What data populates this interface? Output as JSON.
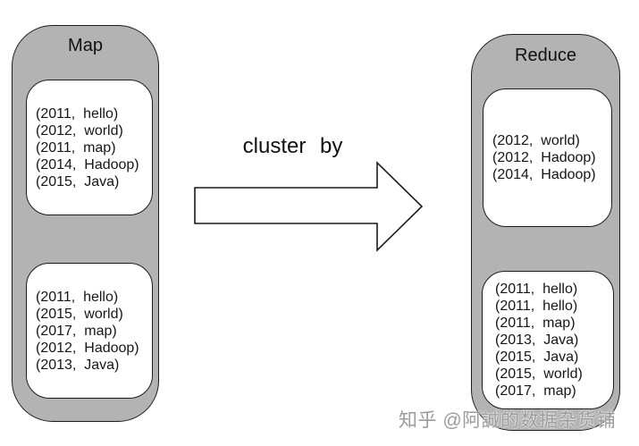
{
  "map_column": {
    "title": "Map",
    "group1": {
      "line1": "(2011,  hello)",
      "line2": "(2012,  world)",
      "line3": "(2011,  map)",
      "line4": "(2014,  Hadoop)",
      "line5": "(2015,  Java)"
    },
    "group2": {
      "line1": "(2011,  hello)",
      "line2": "(2015,  world)",
      "line3": "(2017,  map)",
      "line4": "(2012,  Hadoop)",
      "line5": "(2013,  Java)"
    }
  },
  "arrow": {
    "label": "cluster by",
    "direction": "right"
  },
  "reduce_column": {
    "title": "Reduce",
    "group1": {
      "line1": "(2012,  world)",
      "line2": "(2012,  Hadoop)",
      "line3": "(2014,  Hadoop)"
    },
    "group2": {
      "line1": "(2011,  hello)",
      "line2": "(2011,  hello)",
      "line3": "(2011,  map)",
      "line4": "(2013,  Java)",
      "line5": "(2015,  Java)",
      "line6": "(2015,  world)",
      "line7": "(2017,  map)"
    }
  },
  "watermark": {
    "text": "知乎 @阿誠的数据杂货铺"
  },
  "colors": {
    "container_fill": "#b3b3b3",
    "box_fill": "#ffffff",
    "outline": "#1c1c1c",
    "watermark_text": "#9b9b9b",
    "background": "#ffffff"
  }
}
